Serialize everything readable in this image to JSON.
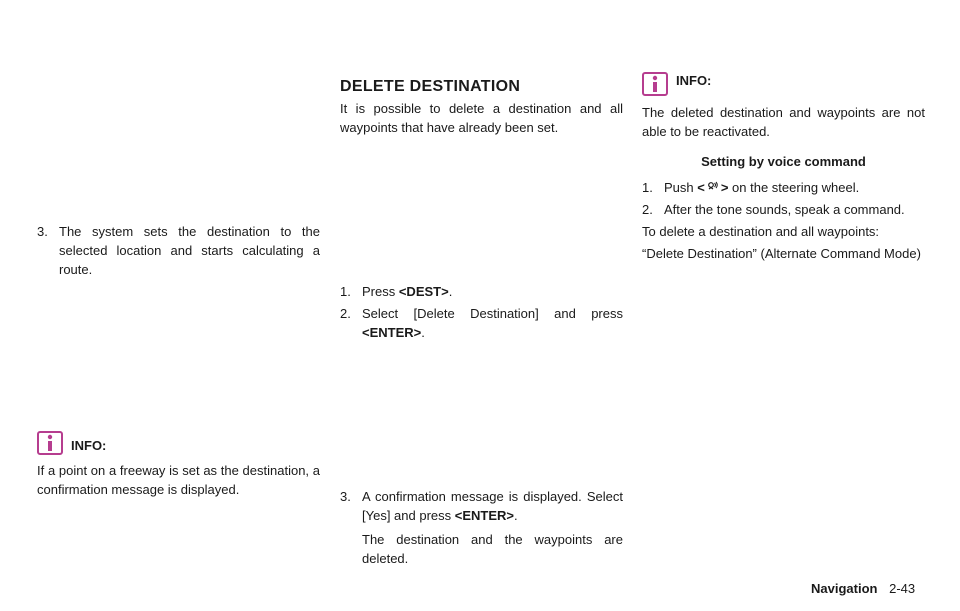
{
  "col1": {
    "step3_num": "3.",
    "step3_text": "The system sets the destination to the selected location and starts calculating a route.",
    "info_label": "INFO:",
    "info_text": "If a point on a freeway is set as the destination, a confirmation message is displayed."
  },
  "col2": {
    "heading": "DELETE DESTINATION",
    "intro": "It is possible to delete a destination and all waypoints that have already been set.",
    "step1_num": "1.",
    "step1_pre": "Press ",
    "step1_key": "<DEST>",
    "step1_post": ".",
    "step2_num": "2.",
    "step2_pre": "Select [Delete Destination] and press ",
    "step2_key": "<ENTER>",
    "step2_post": ".",
    "step3_num": "3.",
    "step3_pre": "A confirmation message is displayed. Select [Yes] and press ",
    "step3_key": "<ENTER>",
    "step3_post": ".",
    "step3_note": "The destination and the waypoints are deleted."
  },
  "col3": {
    "info_label": "INFO:",
    "info_text": "The deleted destination and waypoints are not able to be reactivated.",
    "voice_heading": "Setting by voice command",
    "step1_num": "1.",
    "step1_pre": "Push ",
    "step1_key_open": "<",
    "step1_key_close": ">",
    "step1_post": " on the steering wheel.",
    "step2_num": "2.",
    "step2_text": "After the tone sounds, speak a command.",
    "instruction": "To delete a destination and all waypoints:",
    "command": "“Delete Destination” (Alternate Command Mode)"
  },
  "footer": {
    "section": "Navigation",
    "page": "2-43"
  },
  "colors": {
    "info_icon": "#b63d8f"
  }
}
